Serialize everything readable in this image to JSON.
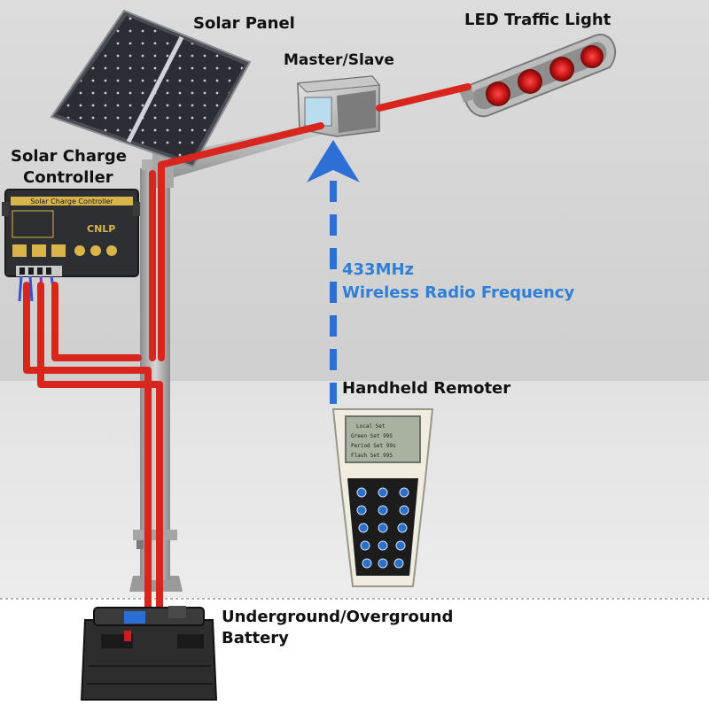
{
  "labels": {
    "solar_panel": "Solar Panel",
    "led_traffic_light": "LED Traffic Light",
    "master_slave": "Master/Slave",
    "charge_controller_line1": "Solar Charge",
    "charge_controller_line2": "Controller",
    "radio_frequency": "433MHz",
    "radio_description": "Wireless Radio Frequency",
    "handheld_remoter": "Handheld Remoter",
    "battery_line1": "Underground/Overground",
    "battery_line2": "Battery"
  },
  "controller_face": {
    "title": "Solar Charge Controller",
    "brand": "CNLP"
  },
  "remote_screen": {
    "lines": [
      "Local Set",
      "Green Set 99S",
      "Period Set 99s",
      "Flash Set 99S"
    ]
  },
  "colors": {
    "wire": "#d8261e",
    "signal": "#2e6fd6",
    "label_text": "#111111",
    "radio_text": "#2e7fd6"
  }
}
